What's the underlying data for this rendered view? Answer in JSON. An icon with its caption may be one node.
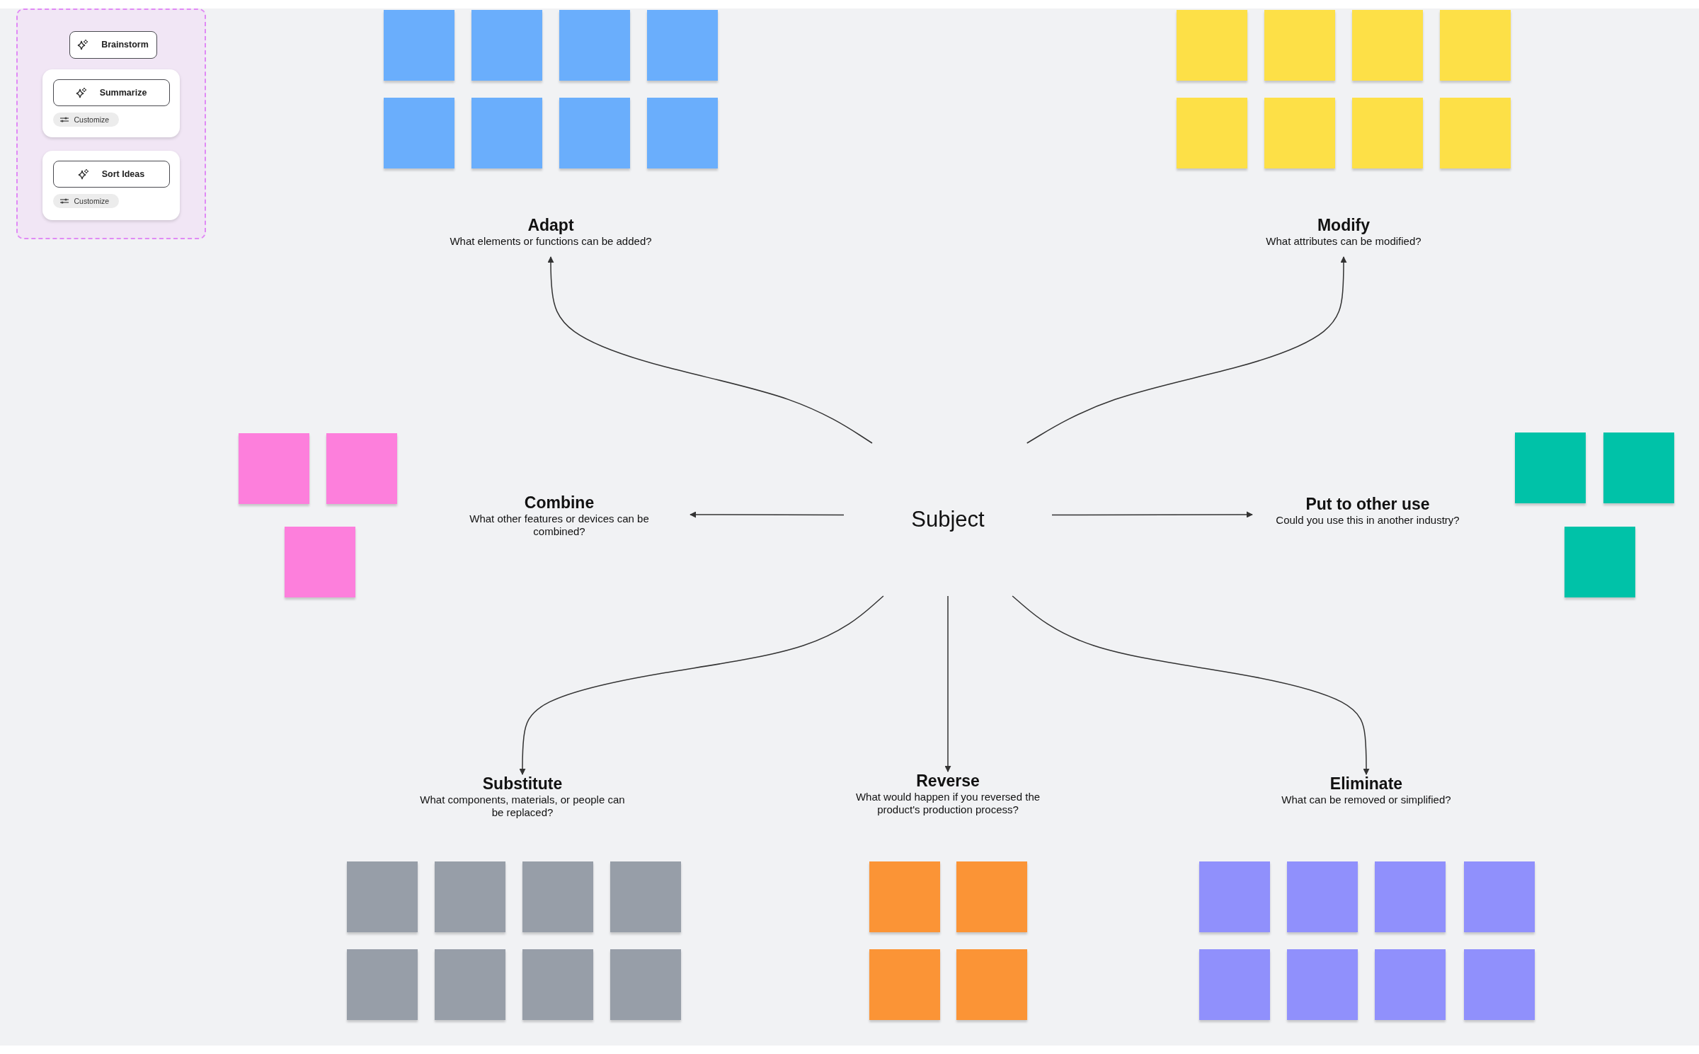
{
  "diagram": {
    "nodes": [
      {
        "text": [],
        "shape": "box"
      },
      {
        "text": [
          "Brainstorm"
        ],
        "in": 0
      },
      {
        "text": [],
        "shape": "box",
        "in": 0
      },
      {
        "text": [
          "Summarize"
        ],
        "in": 2
      },
      {
        "text": [
          "Customize"
        ],
        "in": 2
      },
      {
        "text": [],
        "shape": "box",
        "in": 0
      },
      {
        "text": [
          "Sort Ideas"
        ],
        "in": 5
      },
      {
        "text": [
          "Customize"
        ],
        "in": 5
      },
      {
        "text": [],
        "shape": "box"
      },
      {
        "text": [],
        "shape": "box"
      },
      {
        "text": [],
        "shape": "box"
      },
      {
        "text": [],
        "shape": "box"
      },
      {
        "text": [],
        "shape": "box"
      },
      {
        "text": [],
        "shape": "box"
      },
      {
        "text": [],
        "shape": "box"
      },
      {
        "text": [],
        "shape": "box"
      },
      {
        "text": [],
        "shape": "box"
      },
      {
        "text": [],
        "shape": "box"
      },
      {
        "text": [],
        "shape": "box"
      },
      {
        "text": [],
        "shape": "box"
      },
      {
        "text": [],
        "shape": "box"
      },
      {
        "text": [],
        "shape": "box"
      },
      {
        "text": [],
        "shape": "box"
      },
      {
        "text": [],
        "shape": "box"
      },
      {
        "text": [
          "Adapt",
          "What elements or functions can be added?"
        ]
      },
      {
        "text": [
          "Modify",
          "What attributes can be modified?"
        ]
      },
      {
        "text": [],
        "shape": "box"
      },
      {
        "text": [],
        "shape": "box"
      },
      {
        "text": [],
        "shape": "box"
      },
      {
        "text": [
          "Combine",
          "What other features or devices can be combined?"
        ]
      },
      {
        "text": [
          "Subject"
        ]
      },
      {
        "text": [
          "Put to other use",
          "Could you use this in another industry?"
        ]
      },
      {
        "text": [],
        "shape": "box"
      },
      {
        "text": [],
        "shape": "box"
      },
      {
        "text": [],
        "shape": "box"
      },
      {
        "text": [
          "Substitute",
          "What components, materials, or people can be replaced?"
        ]
      },
      {
        "text": [
          "Reverse",
          "What would happen if you reversed the product's production process?"
        ]
      },
      {
        "text": [
          "Eliminate",
          "What can be removed or simplified?"
        ]
      },
      {
        "text": [],
        "shape": "box"
      },
      {
        "text": [],
        "shape": "box"
      },
      {
        "text": [],
        "shape": "box"
      },
      {
        "text": [],
        "shape": "box"
      },
      {
        "text": [],
        "shape": "box"
      },
      {
        "text": [],
        "shape": "box"
      },
      {
        "text": [],
        "shape": "box"
      },
      {
        "text": [],
        "shape": "box"
      },
      {
        "text": [],
        "shape": "box"
      },
      {
        "text": [],
        "shape": "box"
      },
      {
        "text": [],
        "shape": "box"
      },
      {
        "text": [],
        "shape": "box"
      },
      {
        "text": [],
        "shape": "box"
      },
      {
        "text": [],
        "shape": "box"
      },
      {
        "text": [],
        "shape": "box"
      },
      {
        "text": [],
        "shape": "box"
      },
      {
        "text": [],
        "shape": "box"
      },
      {
        "text": [],
        "shape": "box"
      },
      {
        "text": [],
        "shape": "box"
      },
      {
        "text": [],
        "shape": "box"
      }
    ],
    "edges": [
      {
        "from": 30,
        "to": 24,
        "arrow": "to"
      },
      {
        "from": 30,
        "to": 25,
        "arrow": "to"
      },
      {
        "from": 30,
        "to": 29,
        "arrow": "to"
      },
      {
        "from": 30,
        "to": 31,
        "arrow": "to"
      },
      {
        "from": 30,
        "to": 35,
        "arrow": "to"
      },
      {
        "from": 30,
        "to": 36,
        "arrow": "to"
      },
      {
        "from": 30,
        "to": 37,
        "arrow": "to"
      }
    ]
  }
}
